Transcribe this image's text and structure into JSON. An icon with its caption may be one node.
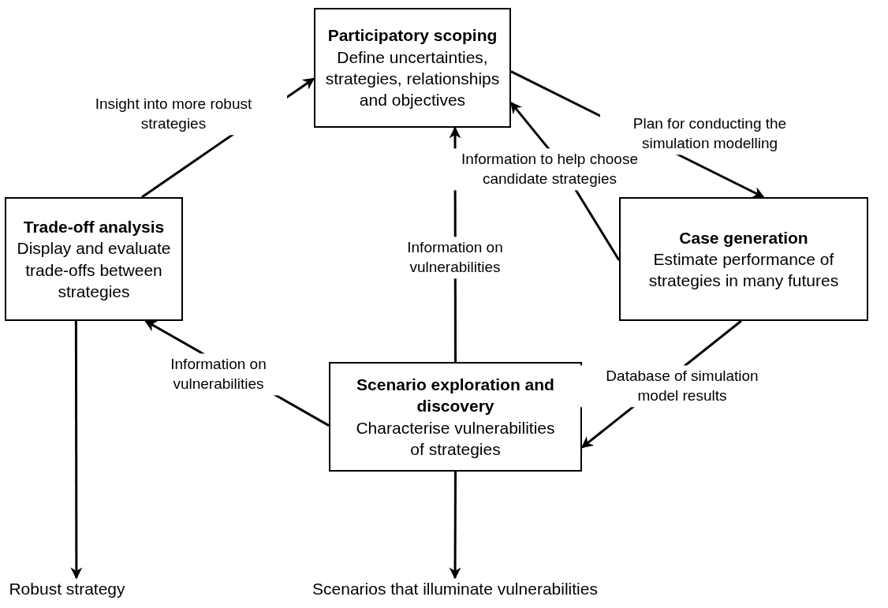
{
  "diagram": {
    "nodes": [
      {
        "text": [
          "Participatory scoping",
          "Define uncertainties, strategies, relationships and objectives"
        ]
      },
      {
        "text": [
          "Trade-off analysis",
          "Display and evaluate trade-offs between strategies"
        ]
      },
      {
        "text": [
          "Case generation",
          "Estimate performance of strategies in many futures"
        ]
      },
      {
        "text": [
          "Scenario exploration and discovery",
          "Characterise vulnerabilities of strategies"
        ]
      },
      {
        "text": [
          "Robust strategy"
        ]
      },
      {
        "text": [
          "Scenarios that illuminate vulnerabilities"
        ]
      }
    ],
    "edges": [
      {
        "from": 1,
        "to": 0,
        "arrow": "to",
        "label": "Insight into more robust strategies"
      },
      {
        "from": 0,
        "to": 2,
        "arrow": "to",
        "label": "Plan for conducting the simulation modelling"
      },
      {
        "from": 2,
        "to": 0,
        "arrow": "to",
        "label": "Information to help choose candidate strategies"
      },
      {
        "from": 3,
        "to": 0,
        "arrow": "to",
        "label": "Information on vulnerabilities"
      },
      {
        "from": 2,
        "to": 3,
        "arrow": "to",
        "label": "Database of simulation model results"
      },
      {
        "from": 3,
        "to": 1,
        "arrow": "to",
        "label": "Information on vulnerabilities"
      },
      {
        "from": 1,
        "to": 4,
        "arrow": "to"
      },
      {
        "from": 3,
        "to": 5,
        "arrow": "to"
      }
    ]
  }
}
